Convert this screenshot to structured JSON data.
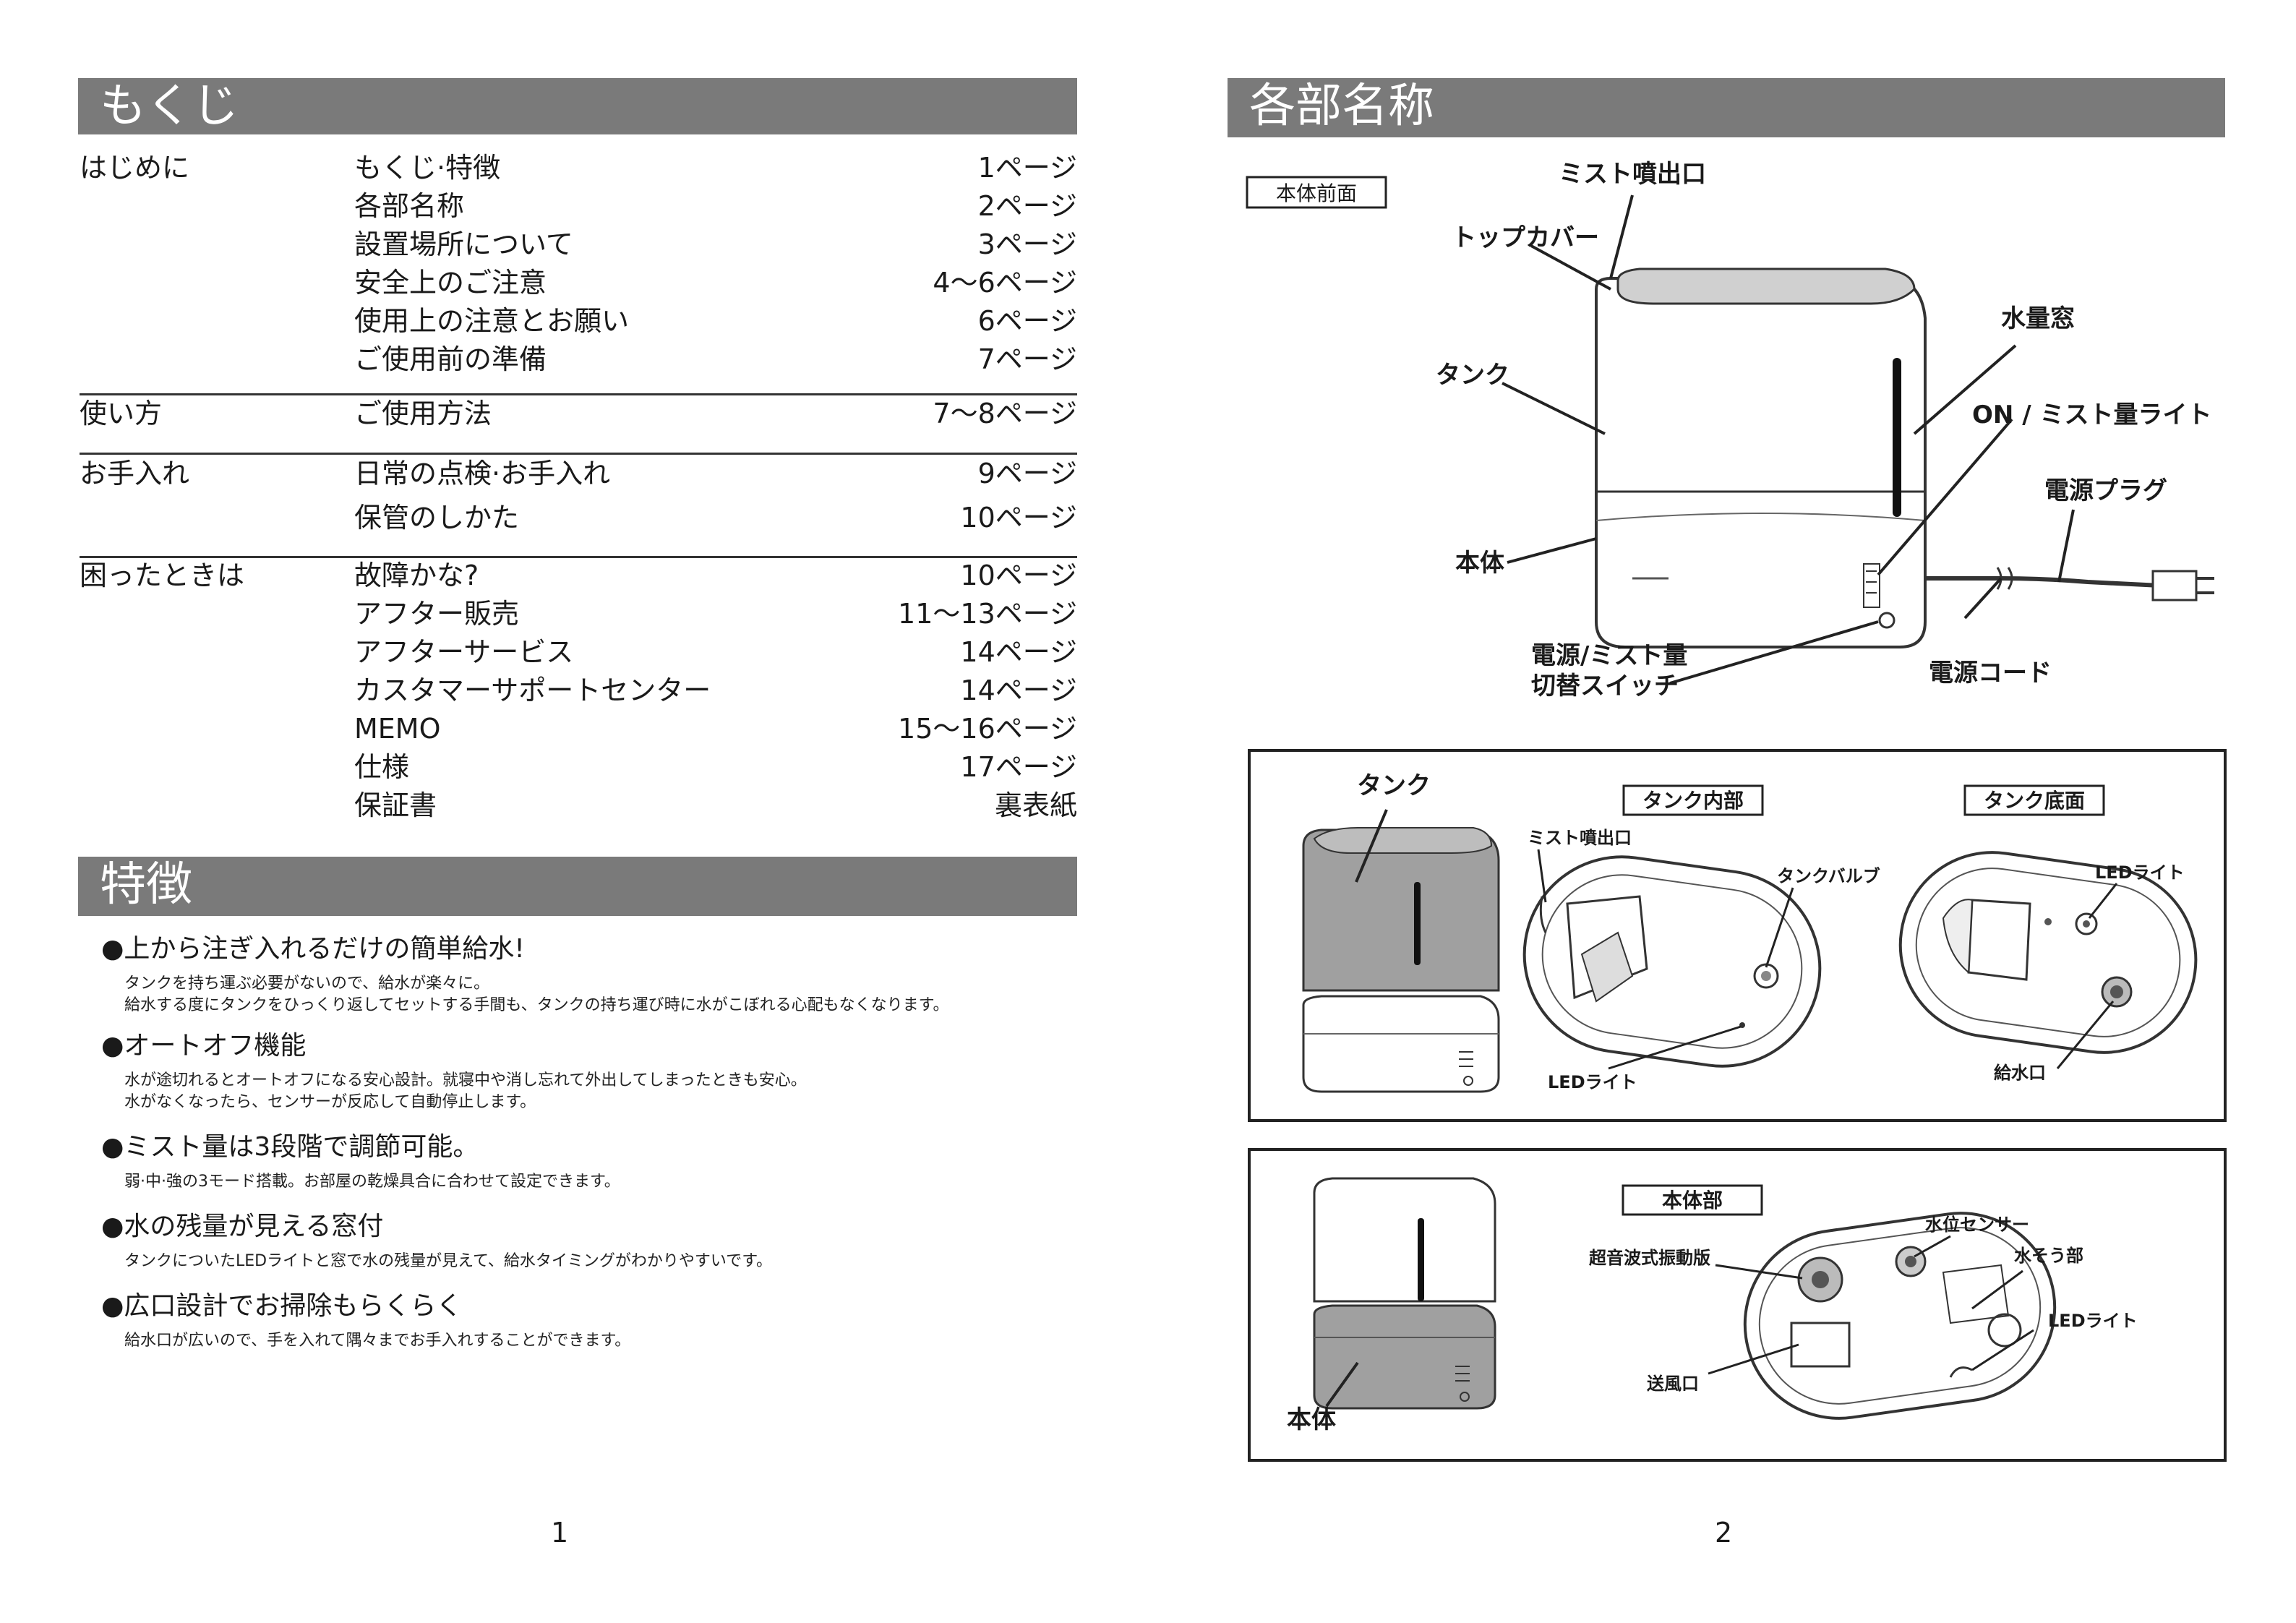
{
  "toc": {
    "title": "もくじ",
    "groups": [
      {
        "section": "はじめに",
        "items": [
          {
            "label": "もくじ·特徴",
            "page": "1ページ"
          },
          {
            "label": "各部名称",
            "page": "2ページ"
          },
          {
            "label": "設置場所について",
            "page": "3ページ"
          },
          {
            "label": "安全上のご注意",
            "page": "4〜6ページ"
          },
          {
            "label": "使用上の注意とお願い",
            "page": "6ページ"
          },
          {
            "label": "ご使用前の準備",
            "page": "7ページ"
          }
        ]
      },
      {
        "section": "使い方",
        "items": [
          {
            "label": "ご使用方法",
            "page": "7〜8ページ"
          }
        ]
      },
      {
        "section": "お手入れ",
        "items": [
          {
            "label": "日常の点検·お手入れ",
            "page": "9ページ"
          },
          {
            "label": "保管のしかた",
            "page": "10ページ"
          }
        ]
      },
      {
        "section": "困ったときは",
        "items": [
          {
            "label": "故障かな?",
            "page": "10ページ"
          },
          {
            "label": "アフター販売",
            "page": "11〜13ページ"
          },
          {
            "label": "アフターサービス",
            "page": "14ページ"
          },
          {
            "label": "カスタマーサポートセンター",
            "page": "14ページ"
          },
          {
            "label": "MEMO",
            "page": "15〜16ページ"
          },
          {
            "label": "仕様",
            "page": "17ページ"
          },
          {
            "label": "保証書",
            "page": "裏表紙"
          }
        ]
      }
    ]
  },
  "features": {
    "title": "特徴",
    "items": [
      {
        "title": "●上から注ぎ入れるだけの簡単給水!",
        "desc": [
          "タンクを持ち運ぶ必要がないので、給水が楽々に。",
          "給水する度にタンクをひっくり返してセットする手間も、タンクの持ち運び時に水がこぼれる心配もなくなります。"
        ]
      },
      {
        "title": "●オートオフ機能",
        "desc": [
          "水が途切れるとオートオフになる安心設計。就寝中や消し忘れて外出してしまったときも安心。",
          "水がなくなったら、センサーが反応して自動停止します。"
        ]
      },
      {
        "title": "●ミスト量は3段階で調節可能。",
        "desc": [
          "弱·中·強の3モード搭載。お部屋の乾燥具合に合わせて設定できます。"
        ]
      },
      {
        "title": "●水の残量が見える窓付",
        "desc": [
          "タンクについたLEDライトと窓で水の残量が見えて、給水タイミングがわかりやすいです。"
        ]
      },
      {
        "title": "●広口設計でお掃除もらくらく",
        "desc": [
          "給水口が広いので、手を入れて隅々までお手入れすることができます。"
        ]
      }
    ]
  },
  "parts": {
    "title": "各部名称",
    "front": {
      "box_label": "本体前面",
      "labels": {
        "mist_outlet": "ミスト噴出口",
        "top_cover": "トップカバー",
        "water_window": "水量窓",
        "tank": "タンク",
        "on_light": "ON / ミスト量ライト",
        "plug": "電源プラグ",
        "body": "本体",
        "switch_1": "電源/ミスト量",
        "switch_2": "切替スイッチ",
        "cord": "電源コード"
      }
    },
    "tank_panel": {
      "tank_label": "タンク",
      "inside_box": "タンク内部",
      "bottom_box": "タンク底面",
      "mist_outlet": "ミスト噴出口",
      "valve": "タンクバルブ",
      "led_inside": "LEDライト",
      "led_bottom": "LEDライト",
      "inlet": "給水口"
    },
    "body_panel": {
      "box": "本体部",
      "body_label": "本体",
      "sensor": "水位センサー",
      "ultrasonic": "超音波式振動版",
      "reservoir": "水そう部",
      "led": "LEDライト",
      "vent": "送風口"
    }
  },
  "page_numbers": {
    "left": "1",
    "right": "2"
  }
}
